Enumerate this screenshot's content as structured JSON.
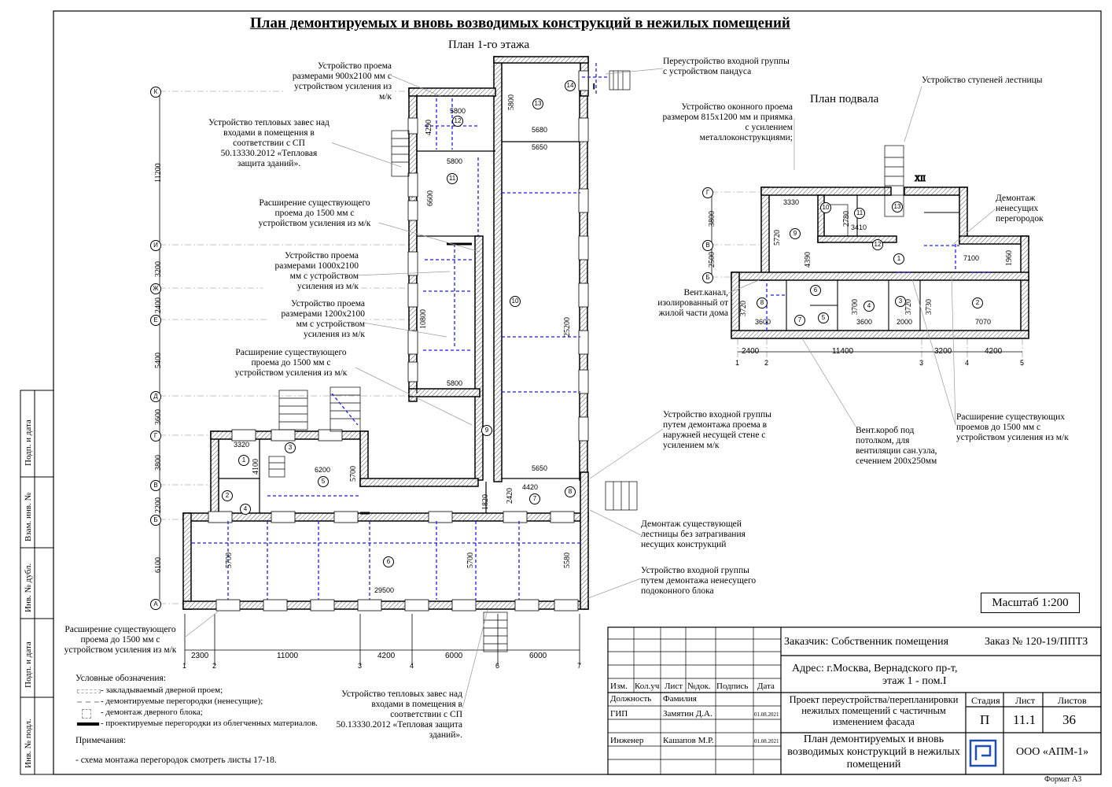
{
  "title": "План демонтируемых и вновь возводимых  конструкций в  нежилых помещений",
  "plan1_title": "План 1-го этажа",
  "basement_title": "План подвала",
  "scale": "Масштаб 1:200",
  "format": "Формат А3",
  "grid_letters": [
    "К",
    "И",
    "Ж",
    "Е",
    "Д",
    "Г",
    "В",
    "Б",
    "А"
  ],
  "grid_numbers": [
    "1",
    "2",
    "3",
    "4",
    "6",
    "7"
  ],
  "grid_letter_dims": [
    "11200",
    "3200",
    "2400",
    "5400",
    "3600",
    "3800",
    "2200",
    "6100"
  ],
  "bottom_dims": [
    "2300",
    "11000",
    "4200",
    "6000",
    "6000"
  ],
  "basement_letters": [
    "Г",
    "В",
    "Б"
  ],
  "basement_numbers": [
    "1",
    "2",
    "3",
    "4",
    "5"
  ],
  "basement_dims_bottom": [
    "2400",
    "11400",
    "3200",
    "4200"
  ],
  "basement_dims_left": [
    "3800",
    "2500"
  ],
  "room_numbers": [
    "1",
    "2",
    "3",
    "4",
    "5",
    "6",
    "7",
    "8",
    "9",
    "10",
    "11",
    "12",
    "13",
    "14"
  ],
  "basement_rooms": [
    "1",
    "2",
    "3",
    "4",
    "5",
    "6",
    "7",
    "8",
    "9",
    "10",
    "11",
    "12",
    "13"
  ],
  "basement_roman": "XII",
  "plan_dims": {
    "d5800a": "5800",
    "d5680": "5680",
    "d5650a": "5650",
    "d5800b": "5800",
    "d6600": "6600",
    "d10800": "10800",
    "d25200": "25200",
    "d5800c": "5800",
    "d5650b": "5650",
    "d4420": "4420",
    "d3320": "3320",
    "d4100": "4100",
    "d6200": "6200",
    "d5700a": "5700",
    "d29500": "29500",
    "d5700b": "5700",
    "d5700c": "5700",
    "d5580": "5580",
    "d1820": "1820",
    "d2420": "2420",
    "d4290": "4290",
    "d5800v": "5800"
  },
  "basement_plan_dims": {
    "b3330": "3330",
    "b5720": "5720",
    "b2780": "2780",
    "b3410": "3410",
    "b4390": "4390",
    "b7100": "7100",
    "b1960": "1960",
    "b3720a": "3720",
    "b3600a": "3600",
    "b3700": "3700",
    "b3600b": "3600",
    "b3720b": "3720",
    "b2000": "2000",
    "b3730": "3730",
    "b7070": "7070"
  },
  "annotations": {
    "a1": "Устройство проема размерами 900х2100 мм с устройством усиления из м/к",
    "a2": "Устройство тепловых завес над входами в помещения в соответствии с СП 50.13330.2012 «Тепловая защита зданий».",
    "a3": "Расширение существующего проема до 1500 мм с устройством усиления из м/к",
    "a4": "Устройство проема размерами 1000х2100 мм с устройством усиления из м/к",
    "a5": "Устройство проема размерами 1200х2100 мм с устройством усиления из м/к",
    "a6": "Расширение существующего проема до 1500 мм с устройством усиления из м/к",
    "a7": "Переустройство входной группы с устройством пандуса",
    "a8": "Устройство оконного проема размером 815х1200 мм и приямка с усилением металлоконструкциями;",
    "a9": "Устройство ступеней лестницы",
    "a10": "Демонтаж ненесущих перегородок",
    "a11": "Вент.канал, изолированный от жилой части дома",
    "a12": "Устройство входной группы путем демонтажа проема в наружней несущей стене с усилением м/к",
    "a13": "Вент.короб под потолком, для вентиляции сан.узла, сечением 200х250мм",
    "a14": "Расширение существующих  проемов до 1500 мм с устройством усиления из м/к",
    "a15": "Демонтаж существующей лестницы без затрагивания несущих конструкций",
    "a16": "Устройство входной группы путем демонтажа ненесущего подоконного блока",
    "a17": "Расширение существующего проема до 1500 мм с устройством усиления из м/к",
    "a18": "Устройство тепловых завес над входами в помещения в соответствии с СП 50.13330.2012 «Тепловая защита зданий»."
  },
  "legend": {
    "title": "Условные обозначения:",
    "items": [
      "- закладываемый дверной проем;",
      "- демонтируемые перегородки (ненесущие);",
      "- демонтаж дверного блока;",
      "- проектируемые перегородки из облегченных материалов."
    ],
    "notes_title": "Примечания:",
    "notes": "- схема монтажа перегородок смотреть листы 17-18."
  },
  "side_stamp": [
    "Подп. и дата",
    "Взам. инв. №",
    "Инв. № дубл.",
    "Подп. и дата",
    "Инв. № подл."
  ],
  "title_block": {
    "customer": "Заказчик: Собственник помещения",
    "order": "Заказ № 120-19/ППТЗ",
    "address_line1": "Адрес: г.Москва, Вернадского пр-т,",
    "address_line2": "этаж 1 - пом.I",
    "col_headers": [
      "Изм.",
      "Кол.уч",
      "Лист",
      "№док.",
      "Подпись",
      "Дата"
    ],
    "position_header": "Должность",
    "name_header": "Фамилия",
    "role1": "ГИП",
    "person1": "Замятин Д.А.",
    "date1": "01.08.2021",
    "role2": "Инженер",
    "person2": "Кашапов М.Р.",
    "date2": "01.08.2021",
    "project": "Проект переустройства/перепланировки нежилых помещений с частичным изменением фасада",
    "stage_label": "Стадия",
    "sheet_label": "Лист",
    "sheets_label": "Листов",
    "stage": "П",
    "sheet": "11.1",
    "sheets": "36",
    "drawing_title": "План демонтируемых и вновь возводимых конструкций в нежилых помещений",
    "company": "ООО «АПМ-1»"
  },
  "colors": {
    "blue": "#1a1aff",
    "red": "#e00000",
    "wall": "#000000",
    "hatch": "#666666"
  }
}
